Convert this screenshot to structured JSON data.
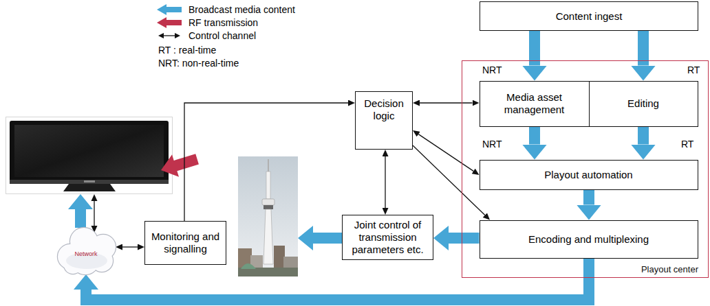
{
  "diagram": {
    "nodes": [
      {
        "text": [
          "Content ingest"
        ]
      },
      {
        "text": [
          "Playout center"
        ]
      },
      {
        "text": [
          "Media asset management"
        ],
        "in": 1
      },
      {
        "text": [
          "Editing"
        ],
        "in": 1
      },
      {
        "text": [
          "Playout automation"
        ],
        "in": 1
      },
      {
        "text": [
          "Encoding and multiplexing"
        ],
        "in": 1
      },
      {
        "text": [
          "Decision logic"
        ]
      },
      {
        "text": [
          "Joint control of transmission parameters etc."
        ]
      },
      {
        "text": [
          "Monitoring and signalling"
        ]
      },
      {
        "text": [
          "Network"
        ]
      }
    ],
    "edges": [
      {
        "from": 0,
        "to": 2,
        "arrow": "to",
        "label": "NRT"
      },
      {
        "from": 0,
        "to": 3,
        "arrow": "to",
        "label": "RT"
      },
      {
        "from": 2,
        "to": 4,
        "arrow": "to",
        "label": "NRT"
      },
      {
        "from": 3,
        "to": 4,
        "arrow": "to",
        "label": "RT"
      },
      {
        "from": 4,
        "to": 5,
        "arrow": "to"
      },
      {
        "from": 5,
        "to": 7,
        "arrow": "to"
      },
      {
        "from": 5,
        "to": 9,
        "arrow": "to"
      },
      {
        "from": 6,
        "to": 2,
        "arrow": "both"
      },
      {
        "from": 6,
        "to": 4,
        "arrow": "both"
      },
      {
        "from": 6,
        "to": 5,
        "arrow": "to"
      },
      {
        "from": 6,
        "to": 7,
        "arrow": "both"
      },
      {
        "from": 8,
        "to": 6,
        "arrow": "to"
      },
      {
        "from": 9,
        "to": 8,
        "arrow": "both"
      }
    ],
    "labels": [
      "RT : real-time",
      "NRT: non-real-time"
    ],
    "legend": [
      {
        "text": "Broadcast media content",
        "color": "#46a6d6"
      },
      {
        "text": "RF transmission",
        "color": "#c0334d"
      },
      {
        "text": "Control channel"
      }
    ]
  }
}
